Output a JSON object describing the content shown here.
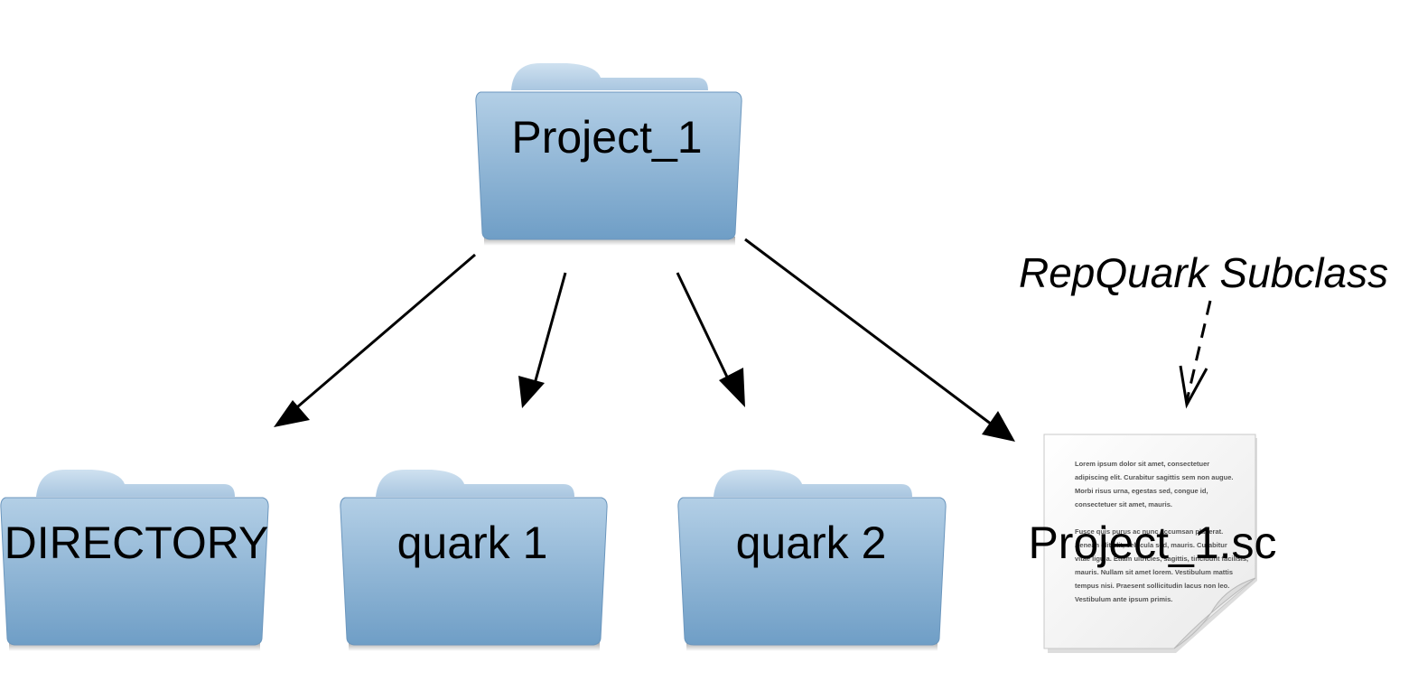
{
  "diagram": {
    "root_folder": {
      "label": "Project_1",
      "icon": "folder-icon"
    },
    "child_folders": [
      {
        "label": "DIRECTORY",
        "icon": "folder-icon"
      },
      {
        "label": "quark 1",
        "icon": "folder-icon"
      },
      {
        "label": "quark 2",
        "icon": "folder-icon"
      }
    ],
    "file": {
      "label": "Project_1.sc",
      "icon": "document-icon",
      "body_lines": [
        "Lorem ipsum dolor sit amet, consectetuer",
        "adipiscing elit. Curabitur sagittis sem non augue.",
        "Morbi risus urna, egestas sed, congue id,",
        "consectetuer sit amet, mauris.",
        "",
        "Fusce quis purus ac nunc accumsan placerat.",
        "Aenean elit elit, vehicula sed, mauris. Curabitur",
        "vitae ligula. Etiam ultricies, sagittis, tincidunt facilisis,",
        "mauris. Nullam sit amet lorem. Vestibulum mattis",
        "tempus nisi. Praesent sollicitudin lacus non leo.",
        "Vestibulum ante ipsum primis."
      ]
    },
    "annotation": {
      "label": "RepQuark Subclass"
    },
    "colors": {
      "folder_top": "#b3cfe6",
      "folder_bottom": "#6f9ec6",
      "folder_tab": "#c2d8ea",
      "arrow": "#000000"
    }
  }
}
